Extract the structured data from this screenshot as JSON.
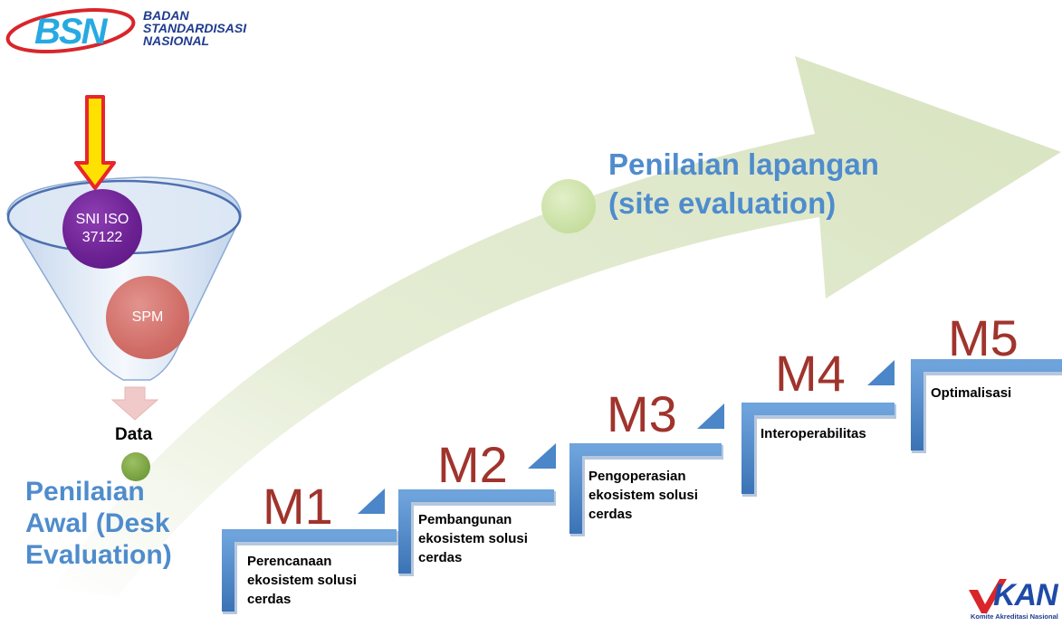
{
  "logo_bsn": {
    "mark": "BSN",
    "lines": [
      "BADAN",
      "STANDARDISASI",
      "NASIONAL"
    ]
  },
  "funnel": {
    "inputs": [
      {
        "label_lines": [
          "SNI ISO",
          "37122"
        ]
      },
      {
        "label_lines": [
          "SPM"
        ]
      }
    ],
    "output_label": "Data"
  },
  "desk_evaluation": {
    "lines": [
      "Penilaian",
      "Awal (Desk",
      "Evaluation)"
    ]
  },
  "site_evaluation": {
    "lines": [
      "Penilaian lapangan",
      "(site evaluation)"
    ]
  },
  "steps": [
    {
      "code": "M1",
      "desc_lines": [
        "Perencanaan",
        "ekosistem solusi",
        "cerdas"
      ]
    },
    {
      "code": "M2",
      "desc_lines": [
        "Pembangunan",
        "ekosistem solusi",
        "cerdas"
      ]
    },
    {
      "code": "M3",
      "desc_lines": [
        "Pengoperasian",
        "ekosistem solusi",
        "cerdas"
      ]
    },
    {
      "code": "M4",
      "desc_lines": [
        "Interoperabilitas"
      ]
    },
    {
      "code": "M5",
      "desc_lines": [
        "Optimalisasi"
      ]
    }
  ],
  "logo_kan": {
    "mark": "KAN",
    "tagline": "Komite Akreditasi Nasional"
  },
  "colors": {
    "heading_blue": "#4f8ccd",
    "step_red": "#a0342d",
    "step_bracket_blue": "#4a86c8",
    "iso_bubble_purple": "#6a2091",
    "spm_bubble_pink": "#d16d67",
    "arrow_green": "#dbe6c4",
    "dot_green": "#7fa84a",
    "funnel_arrow_yellow": "#ffe100",
    "funnel_arrow_red": "#e8262b"
  }
}
